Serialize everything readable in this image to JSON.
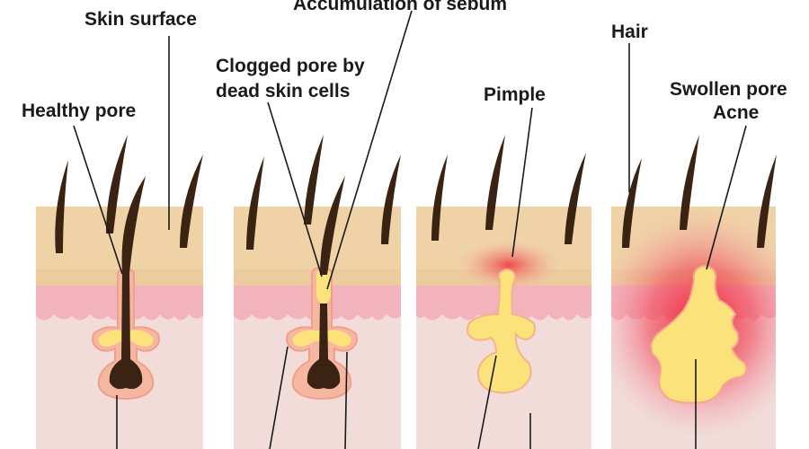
{
  "labels": {
    "skin_surface": "Skin surface",
    "accumulation": "Accumulation of sebum",
    "hair": "Hair",
    "clogged_line1": "Clogged pore by",
    "clogged_line2": "dead skin cells",
    "pimple": "Pimple",
    "swollen_line1": "Swollen pore",
    "swollen_line2": "Acne",
    "healthy_pore": "Healthy pore"
  },
  "stages": [
    "healthy",
    "clogged",
    "pimple",
    "acne"
  ],
  "colors": {
    "surface": "#efd2a6",
    "pink_layer": "#f3b3bd",
    "dermis": "#f1dcda",
    "hair": "#3b2314",
    "sebum": "#fbe27b",
    "inflammation": "#ee1c2e",
    "leader": "#1a1a1a"
  }
}
